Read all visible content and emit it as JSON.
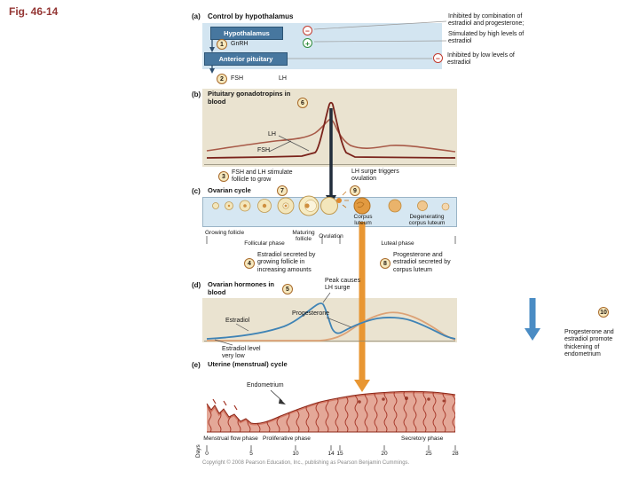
{
  "slide": {
    "title": "Fig. 46-14",
    "copyright": "Copyright © 2008 Pearson Education, Inc., publishing as Pearson Benjamin Cummings."
  },
  "panel_a": {
    "label": "(a)",
    "title": "Control by hypothalamus",
    "hypothalamus": "Hypothalamus",
    "pituitary": "Anterior pituitary",
    "step1": "1",
    "gnrh": "GnRH",
    "step2": "2",
    "fsh": "FSH",
    "lh": "LH",
    "minus": "−",
    "plus": "+",
    "inhibited_combo": "Inhibited by combination of estradiol and progesterone;",
    "stimulated_high": "Stimulated by high levels of estradiol",
    "inhibited_low": "Inhibited by low levels of estradiol"
  },
  "panel_b": {
    "label": "(b)",
    "title": "Pituitary gonadotropins in blood",
    "step6": "6",
    "lh": "LH",
    "fsh": "FSH",
    "step3": "3",
    "step3_text": "FSH and LH stimulate follicle to grow",
    "lh_surge_text": "LH surge triggers ovulation"
  },
  "panel_c": {
    "label": "(c)",
    "title": "Ovarian cycle",
    "step7": "7",
    "step9": "9",
    "growing_follicle": "Growing follicle",
    "maturing_follicle": "Maturing follicle",
    "corpus_luteum": "Corpus luteum",
    "degenerating": "Degenerating corpus luteum",
    "follicular_phase": "Follicular phase",
    "ovulation": "Ovulation",
    "luteal_phase": "Luteal phase",
    "step4": "4",
    "step4_text": "Estradiol secreted by growing follicle in increasing amounts",
    "step8": "8",
    "step8_text": "Progesterone and estradiol secreted by corpus luteum"
  },
  "panel_d": {
    "label": "(d)",
    "title": "Ovarian hormones in blood",
    "step5": "5",
    "peak_text": "Peak causes LH surge",
    "estradiol": "Estradiol",
    "progesterone": "Progesterone",
    "low_text": "Estradiol level very low",
    "step10": "10",
    "step10_text": "Progesterone and estradiol promote thickening of endometrium"
  },
  "panel_e": {
    "label": "(e)",
    "title": "Uterine (menstrual) cycle",
    "endometrium": "Endometrium",
    "menstrual_phase": "Menstrual flow phase",
    "proliferative_phase": "Proliferative phase",
    "secretory_phase": "Secretory phase",
    "days_label": "Days",
    "days": [
      "0",
      "5",
      "10",
      "14",
      "15",
      "20",
      "25",
      "28"
    ]
  },
  "colors": {
    "lh_curve": "#7a231b",
    "fsh_curve": "#a85a48",
    "estradiol_curve": "#3f83b5",
    "progesterone_curve": "#dca276",
    "inhibit": "#c23a2e",
    "stimulate": "#2f8c3c",
    "surge_arrow": "#202c3a",
    "corpus_arrow": "#e89632",
    "estradiol_arrow": "#4a8cc4"
  }
}
